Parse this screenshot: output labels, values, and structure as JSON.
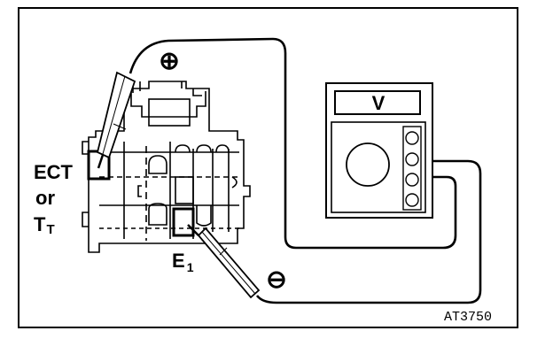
{
  "labels": {
    "terminal_top_line1": "ECT",
    "terminal_top_line2": "or",
    "terminal_top_line3_main": "T",
    "terminal_top_line3_sub": "T",
    "terminal_bottom_main": "E",
    "terminal_bottom_sub": "1",
    "meter_display": "V",
    "plus_sign": "⊕",
    "minus_sign": "⊖",
    "figure_code": "AT3750"
  }
}
